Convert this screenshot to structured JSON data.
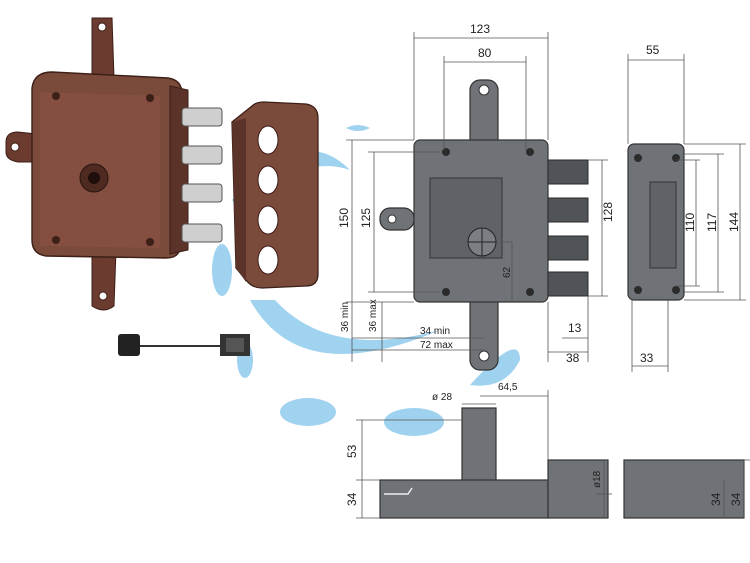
{
  "colors": {
    "lock_body": "#7a4a3a",
    "lock_body_dark": "#5c3328",
    "bolt_metal": "#c8c8c8",
    "drawing_gray": "#6f7377",
    "watermark_blue": "#7fc4ea"
  },
  "front_view": {
    "width_total": "123",
    "width_inner": "80",
    "height_outer": "150",
    "height_inner": "125",
    "height_right": "128",
    "dim_62": "62",
    "dim_36_min": "36 min",
    "dim_36_max": "36 max",
    "dim_34_min": "34 min",
    "dim_72_max": "72 max",
    "dim_13": "13",
    "dim_38": "38"
  },
  "side_view": {
    "width_top": "55",
    "height_110": "110",
    "height_117": "117",
    "height_144": "144",
    "width_bottom": "33"
  },
  "top_view": {
    "diameter_28": "ø 28",
    "dim_64_5": "64,5",
    "height_53": "53",
    "height_34_left": "34",
    "diameter_18": "ø18",
    "height_34_r1": "34",
    "height_34_r2": "34"
  }
}
